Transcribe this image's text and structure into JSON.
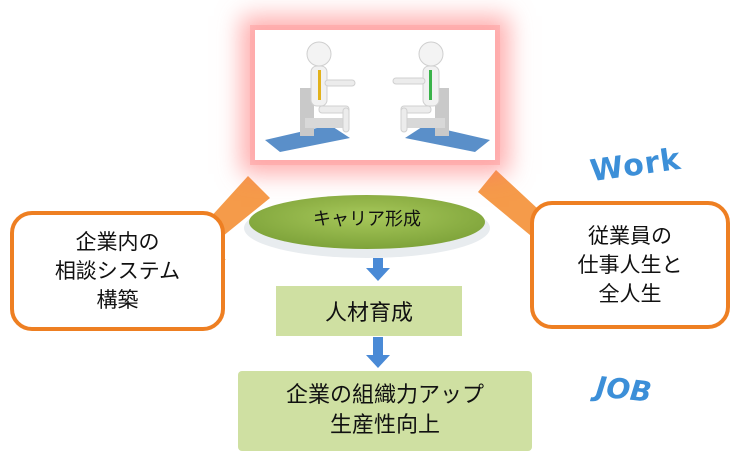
{
  "diagram": {
    "left_box": {
      "text": "企業内の\n相談システム\n構築"
    },
    "right_box": {
      "text": "従業員の\n仕事人生と\n全人生"
    },
    "center_ellipse": {
      "text": "キャリア形成"
    },
    "middle_box": {
      "text": "人材育成"
    },
    "bottom_box": {
      "text": "企業の組織力アップ\n生産性向上"
    },
    "word_art_top": "Work",
    "word_art_bottom": "JOB"
  },
  "colors": {
    "orange": "#ee7f22",
    "green_fill": "#cfe0a2",
    "blue_arrow": "#4a8ad6",
    "glow": "#ff7070"
  }
}
